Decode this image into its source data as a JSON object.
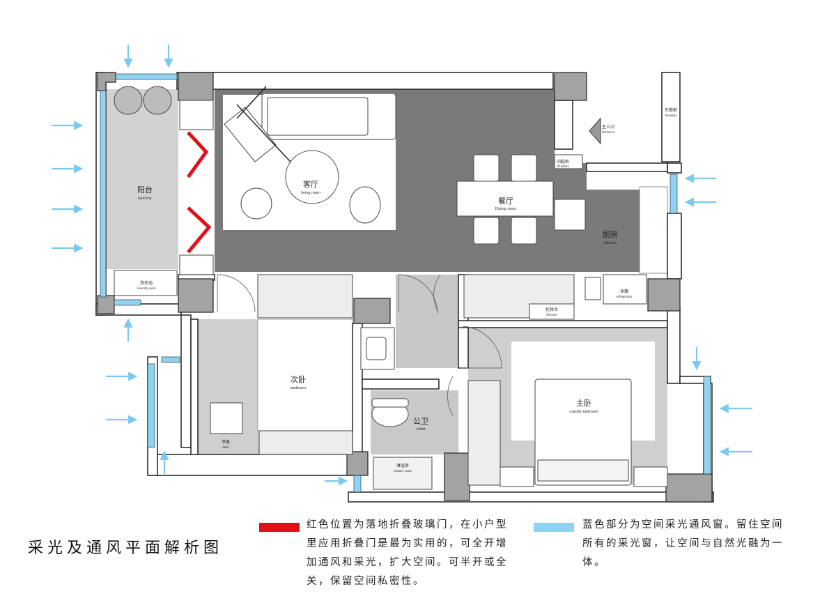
{
  "title": "采光及通风平面解析图",
  "colors": {
    "wall": "#9c9c9c",
    "column": "#a3a3a3",
    "open_space": "#7a7a7a",
    "room_floor": "#cfcfcf",
    "glass_window": "#8fd3f2",
    "folding_door": "#e0101a",
    "arrow": "#7cc8ee",
    "white": "#ffffff"
  },
  "rooms": {
    "balcony": {
      "zh": "阳台",
      "en": "balcony"
    },
    "living": {
      "zh": "客厅",
      "en": "living room"
    },
    "dining": {
      "zh": "餐厅",
      "en": "Dining room"
    },
    "kitchen": {
      "zh": "厨房",
      "en": "kitchen"
    },
    "second_bedroom": {
      "zh": "次卧",
      "en": "bedroom"
    },
    "master_bedroom": {
      "zh": "主卧",
      "en": "master bedroom"
    },
    "bathroom": {
      "zh": "公卫",
      "en": "toilet"
    }
  },
  "small_labels": {
    "entrance": {
      "zh": "主入口",
      "en": "Entrance"
    },
    "shoebox_outer": {
      "zh": "外鞋柜",
      "en": "Shoebox"
    },
    "shoebox_inner": {
      "zh": "内鞋柜",
      "en": "Shoebox"
    },
    "laundry": {
      "zh": "洗衣池",
      "en": "Laundry pool"
    },
    "refrigerator": {
      "zh": "冰箱",
      "en": "refrigerator"
    },
    "dresser": {
      "zh": "化妆台",
      "en": "Dresser"
    },
    "desk": {
      "zh": "书桌",
      "en": "desk"
    },
    "shower": {
      "zh": "淋浴房",
      "en": "shower room"
    }
  },
  "legend": {
    "red": {
      "lines": [
        "红色位置为落地折叠玻璃门，在小户型",
        "里应用折叠门是最为实用的，可全开增",
        "加通风和采光，扩大空间。可半开或全",
        "关，保留空间私密性。"
      ]
    },
    "blue": {
      "lines": [
        "蓝色部分为空间采光通风窗。留住空间",
        "所有的采光窗，让空间与自然光融为一",
        "体。"
      ]
    }
  }
}
